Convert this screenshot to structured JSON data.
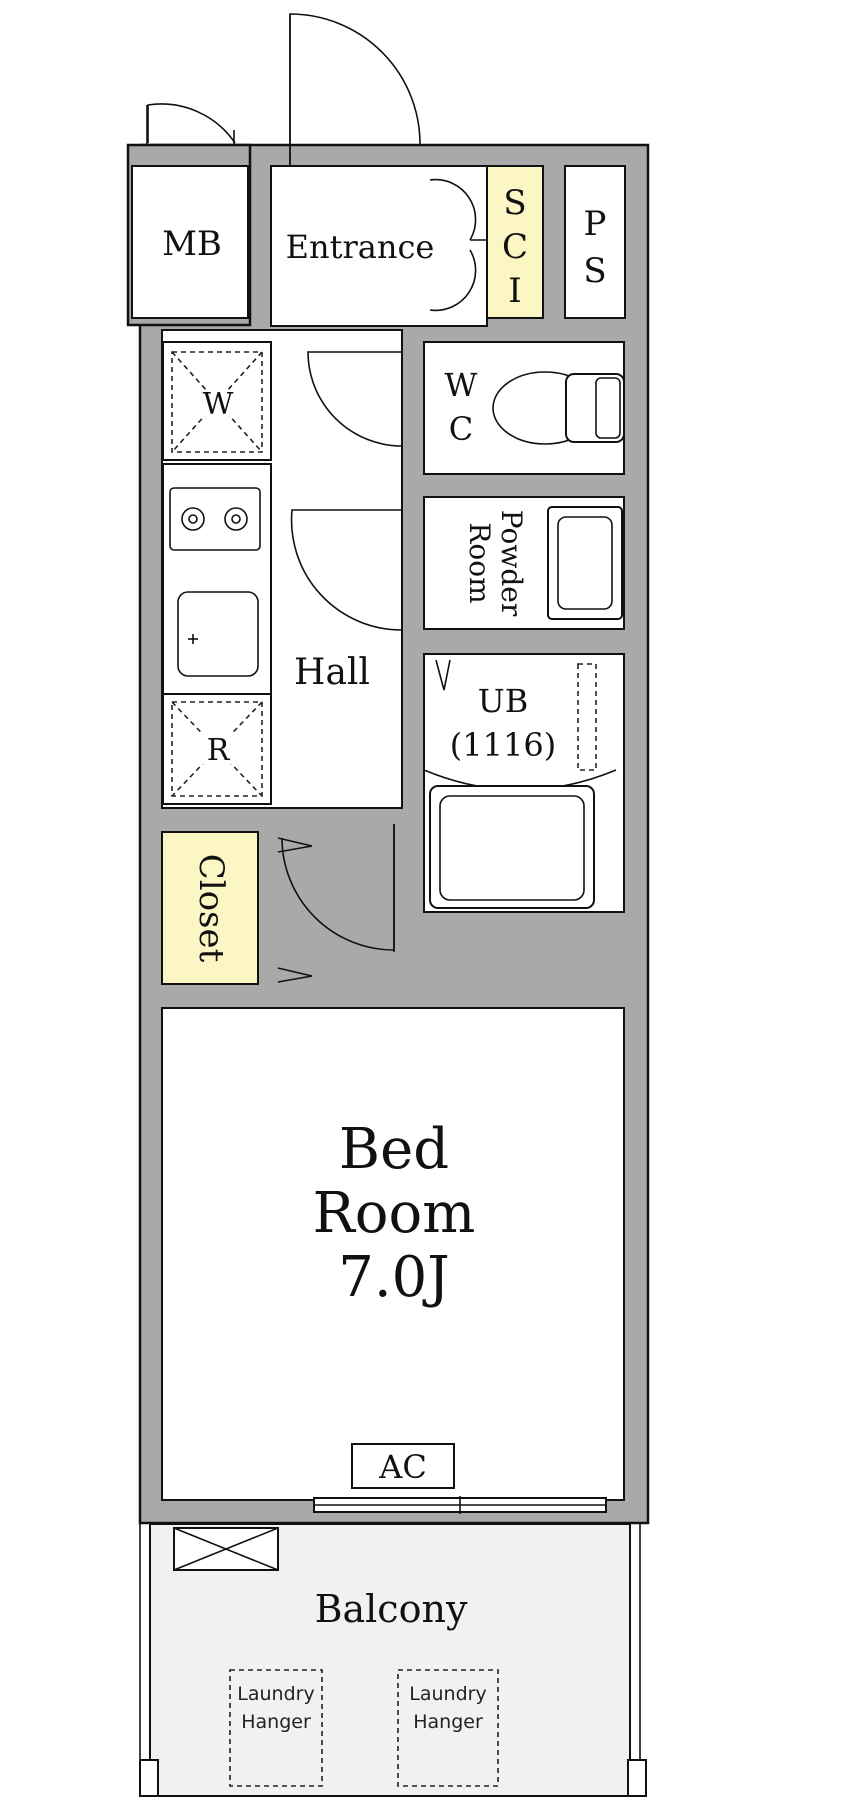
{
  "rooms": {
    "mb": "MB",
    "entrance": "Entrance",
    "sci": [
      "S",
      "C",
      "I"
    ],
    "ps": [
      "P",
      "S"
    ],
    "w": "W",
    "wc": [
      "W",
      "C"
    ],
    "powder_room": [
      "Powder",
      "Room"
    ],
    "hall": "Hall",
    "ub": "UB",
    "ub_size": "(1116)",
    "r": "R",
    "closet": "Closet",
    "bedroom": [
      "Bed",
      "Room",
      "7.0J"
    ],
    "ac": "AC",
    "balcony": "Balcony",
    "laundry_hanger": [
      "Laundry",
      "Hanger"
    ]
  },
  "colors": {
    "wall": "#a9a9a9",
    "storage_highlight": "#fbf6c4",
    "balcony_floor": "#f1f1f1"
  }
}
